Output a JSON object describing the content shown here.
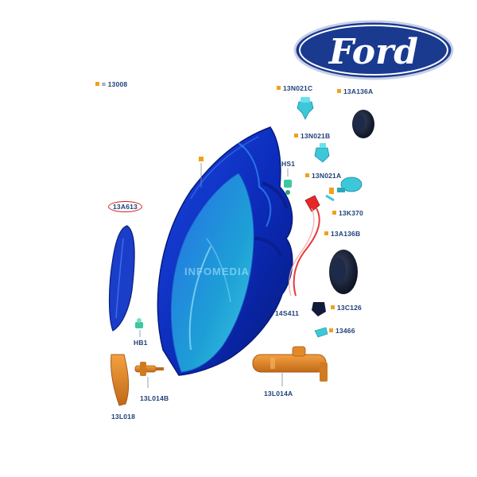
{
  "brand": {
    "logo_text": "Ford",
    "logo_color": "#1a3a8f"
  },
  "legend": {
    "text": "= 13008",
    "marker_color": "#f0a020"
  },
  "watermark": "INFOMEDIA",
  "highlighted_part": "13A613",
  "labels": {
    "13N021C": "13N021C",
    "13A136A": "13A136A",
    "13N021B": "13N021B",
    "HS1": "HS1",
    "13N021A": "13N021A",
    "13K370": "13K370",
    "13A613": "13A613",
    "13A136B": "13A136B",
    "14S411": "14S411",
    "13C126": "13C126",
    "13466": "13466",
    "HB1": "HB1",
    "13L014B": "13L014B",
    "13L014A": "13L014A",
    "13L018": "13L018"
  },
  "colors": {
    "housing": "#1030c8",
    "lens": "#2ab4dc",
    "bulb_parts": "#3cc8d8",
    "orange_parts": "#e88a2a",
    "dark_caps": "#101a3a",
    "circle": "#d42020",
    "label_text": "#1f3f7a"
  }
}
